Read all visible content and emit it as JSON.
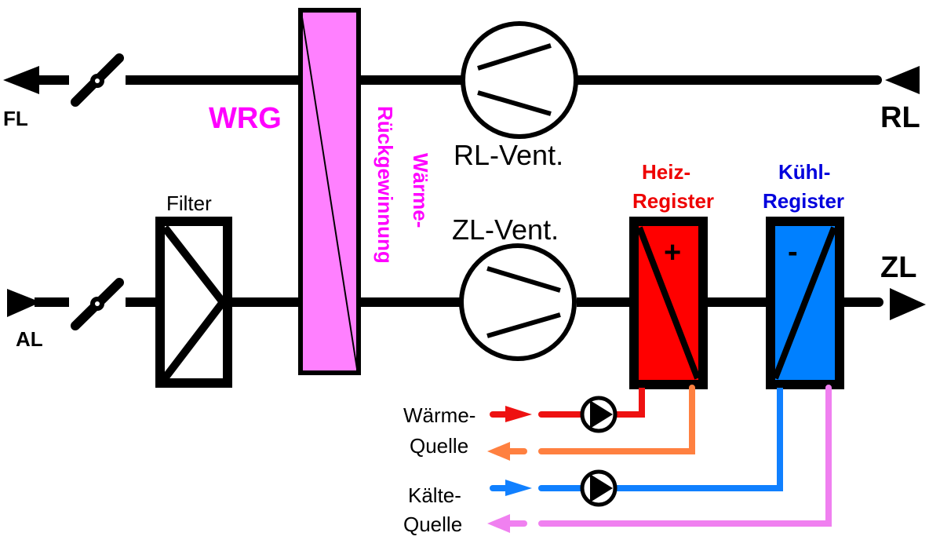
{
  "diagram": {
    "title": "Lüftungsanlage Schema",
    "colors": {
      "line": "#000000",
      "wrg_fill": "#ff80ff",
      "wrg_text": "#ff00ff",
      "heiz_fill": "#ff0000",
      "heiz_text": "#ee0000",
      "kuehl_fill": "#0080ff",
      "kuehl_text": "#0000dd",
      "heat_supply": "#ee1111",
      "heat_return": "#ff8040",
      "cold_supply": "#1080ff",
      "cold_return": "#f080f0"
    },
    "labels": {
      "fl": "FL",
      "al": "AL",
      "rl": "RL",
      "zl": "ZL",
      "wrg": "WRG",
      "wrg_long_1": "Wärme-",
      "wrg_long_2": "Rückgewinnung",
      "filter": "Filter",
      "rl_vent": "RL-Vent.",
      "zl_vent": "ZL-Vent.",
      "heiz_1": "Heiz-",
      "heiz_2": "Register",
      "heiz_sign": "+",
      "kuehl_1": "Kühl-",
      "kuehl_2": "Register",
      "kuehl_sign": "-",
      "waerme_1": "Wärme-",
      "waerme_2": "Quelle",
      "kaelte_1": "Kälte-",
      "kaelte_2": "Quelle"
    }
  }
}
